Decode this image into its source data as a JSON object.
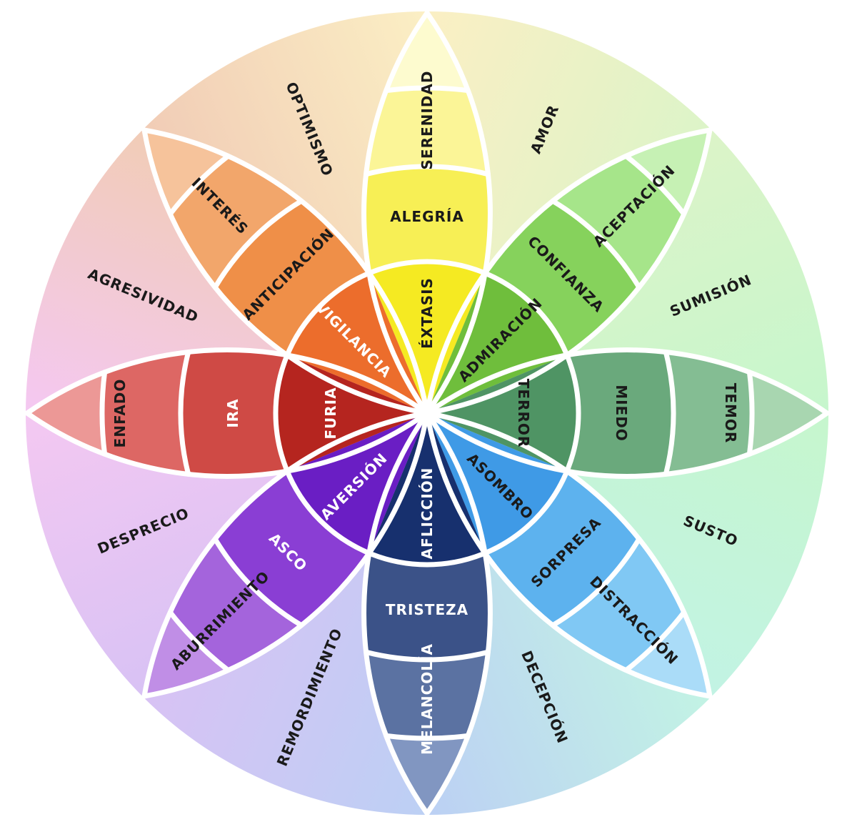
{
  "diagram": {
    "title": "",
    "emotions": [
      {
        "key": "yellow",
        "core": "ÉXTASIS",
        "mid": "ALEGRÍA",
        "outer": "SERENIDAD",
        "colors": {
          "core": "#f5ea22",
          "mid": "#f7ef55",
          "outer": "#fbf597",
          "tip": "#fdfbcf",
          "bg": "#fbefc4"
        }
      },
      {
        "key": "green",
        "core": "ADMIRACIÓN",
        "mid": "CONFIANZA",
        "outer": "ACEPTACIÓN",
        "colors": {
          "core": "#6fbe3c",
          "mid": "#86d25c",
          "outer": "#a6e58a",
          "tip": "#c6f1b4",
          "bg": "#dcf4c8"
        }
      },
      {
        "key": "darkgreen",
        "core": "TERROR",
        "mid": "MIEDO",
        "outer": "TEMOR",
        "colors": {
          "core": "#4f9464",
          "mid": "#6aa97c",
          "outer": "#84bd93",
          "tip": "#a8d6b0",
          "bg": "#c6f6cd"
        }
      },
      {
        "key": "blue",
        "core": "ASOMBRO",
        "mid": "SORPRESA",
        "outer": "DISTRACCIÓN",
        "colors": {
          "core": "#3f9ae6",
          "mid": "#5db2ee",
          "outer": "#80c8f4",
          "tip": "#aadcf8",
          "bg": "#c2f3e4"
        }
      },
      {
        "key": "navy",
        "core": "AFLICCIÓN",
        "mid": "TRISTEZA",
        "outer": "MELANCOLÍA",
        "colors": {
          "core": "#17306e",
          "mid": "#3b5288",
          "outer": "#5b72a2",
          "tip": "#8196c1",
          "bg": "#bcd0f4"
        }
      },
      {
        "key": "purple",
        "core": "AVERSIÓN",
        "mid": "ASCO",
        "outer": "ABURRIMIENTO",
        "colors": {
          "core": "#6a1ec4",
          "mid": "#8a3ed4",
          "outer": "#a464dc",
          "tip": "#c08ee6",
          "bg": "#d8c2f4"
        }
      },
      {
        "key": "red",
        "core": "FURIA",
        "mid": "IRA",
        "outer": "ENFADO",
        "colors": {
          "core": "#b5251f",
          "mid": "#cf4a45",
          "outer": "#dd6764",
          "tip": "#ec9896",
          "bg": "#f4c8f2"
        }
      },
      {
        "key": "orange",
        "core": "VIGILANCIA",
        "mid": "ANTICIPACIÓN",
        "outer": "INTERÉS",
        "colors": {
          "core": "#ec6d2c",
          "mid": "#ef8f48",
          "outer": "#f2a66b",
          "tip": "#f6c39b",
          "bg": "#f1ccb6"
        }
      }
    ],
    "dyads": [
      "AMOR",
      "SUMISIÓN",
      "SUSTO",
      "DECEPCIÓN",
      "REMORDIMIENTO",
      "DESPRECIO",
      "AGRESIVIDAD",
      "OPTIMISMO"
    ]
  }
}
